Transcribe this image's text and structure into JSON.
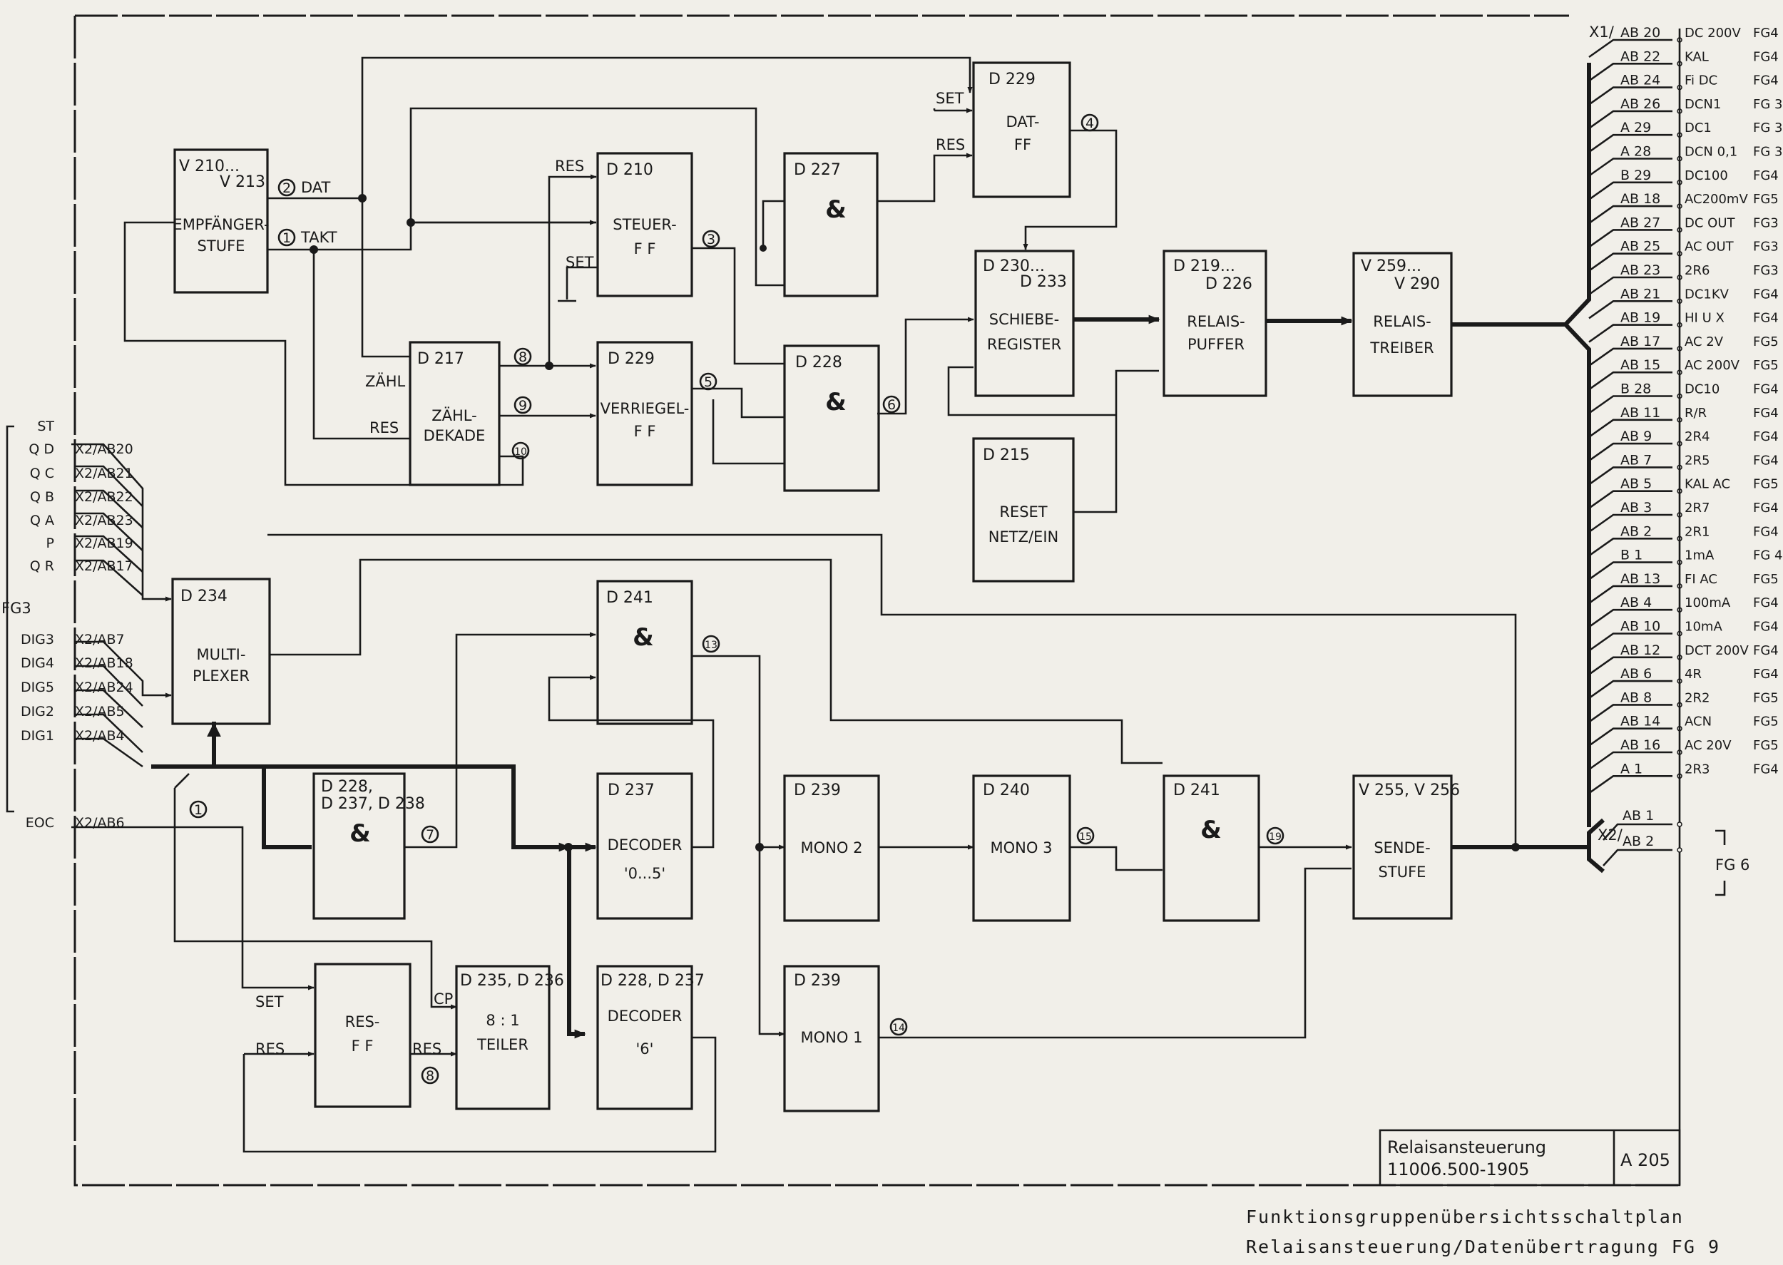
{
  "blocks": {
    "v210": {
      "name1": "V 210...",
      "name2": "V 213",
      "label1": "EMPFÄNGER-",
      "label2": "STUFE"
    },
    "d210": {
      "name": "D 210",
      "label1": "STEUER-",
      "label2": "F F"
    },
    "d227": {
      "name": "D 227",
      "label": "&"
    },
    "d229a": {
      "name": "D 229",
      "label1": "DAT-",
      "label2": "FF"
    },
    "d217": {
      "name": "D 217",
      "label1": "ZÄHL-",
      "label2": "DEKADE"
    },
    "d229b": {
      "name": "D 229",
      "label1": "VERRIEGEL-",
      "label2": "F F"
    },
    "d228a": {
      "name": "D 228",
      "label": "&"
    },
    "d230": {
      "name1": "D 230...",
      "name2": "D 233",
      "label1": "SCHIEBE-",
      "label2": "REGISTER"
    },
    "d219": {
      "name1": "D 219...",
      "name2": "D 226",
      "label1": "RELAIS-",
      "label2": "PUFFER"
    },
    "v259": {
      "name1": "V 259...",
      "name2": "V 290",
      "label1": "RELAIS-",
      "label2": "TREIBER"
    },
    "d215": {
      "name": "D 215",
      "label1": "RESET",
      "label2": "NETZ/EIN"
    },
    "d234": {
      "name": "D 234",
      "label1": "MULTI-",
      "label2": "PLEXER"
    },
    "d241a": {
      "name": "D 241",
      "label": "&"
    },
    "d228b": {
      "name1": "D 228,",
      "name2": "D 237, D 238",
      "label": "&"
    },
    "d237": {
      "name": "D 237",
      "label1": "DECODER",
      "label2": "'0...5'"
    },
    "d239a": {
      "name": "D 239",
      "label": "MONO 2"
    },
    "d240": {
      "name": "D 240",
      "label": "MONO 3"
    },
    "d241b": {
      "name": "D 241",
      "label": "&"
    },
    "v255": {
      "name": "V 255, V 256",
      "label1": "SENDE-",
      "label2": "STUFE"
    },
    "resff": {
      "label1": "RES-",
      "label2": "F F"
    },
    "d235": {
      "name": "D 235, D 236",
      "label1": "8 : 1",
      "label2": "TEILER"
    },
    "d228c": {
      "name": "D 228, D 237",
      "label1": "DECODER",
      "label2": "'6'"
    },
    "d239b": {
      "name": "D 239",
      "label": "MONO 1"
    }
  },
  "signals": {
    "dat": "DAT",
    "takt": "TAKT",
    "res": "RES",
    "set": "SET",
    "zahl": "ZÄHL",
    "cp": "CP",
    "n1": "1",
    "n2": "2",
    "n3": "3",
    "n4": "4",
    "n5": "5",
    "n6": "6",
    "n7": "7",
    "n8": "8",
    "n9": "9",
    "n10": "10",
    "n13": "13",
    "n14": "14",
    "n15": "15",
    "n19": "19"
  },
  "left_inputs": {
    "group_label": "FG3",
    "rows": [
      {
        "sig": "ST",
        "pin": ""
      },
      {
        "sig": "Q D",
        "pin": "X2/AB20"
      },
      {
        "sig": "Q C",
        "pin": "X2/AB21"
      },
      {
        "sig": "Q B",
        "pin": "X2/AB22"
      },
      {
        "sig": "Q A",
        "pin": "X2/AB23"
      },
      {
        "sig": "P",
        "pin": "X2/AB19"
      },
      {
        "sig": "Q R",
        "pin": "X2/AB17"
      },
      {
        "sig": "DIG3",
        "pin": "X2/AB7"
      },
      {
        "sig": "DIG4",
        "pin": "X2/AB18"
      },
      {
        "sig": "DIG5",
        "pin": "X2/AB24"
      },
      {
        "sig": "DIG2",
        "pin": "X2/AB5"
      },
      {
        "sig": "DIG1",
        "pin": "X2/AB4"
      },
      {
        "sig": "EOC",
        "pin": "X2/AB6"
      }
    ]
  },
  "connector_x1": {
    "label": "X1/",
    "rows": [
      {
        "pin": "AB 20",
        "sig": "DC 200V",
        "fg": "FG4"
      },
      {
        "pin": "AB 22",
        "sig": "KAL",
        "fg": "FG4"
      },
      {
        "pin": "AB 24",
        "sig": "Fi DC",
        "fg": "FG4"
      },
      {
        "pin": "AB 26",
        "sig": "DCN1",
        "fg": "FG 3"
      },
      {
        "pin": "A 29",
        "sig": "DC1",
        "fg": "FG 3"
      },
      {
        "pin": "A 28",
        "sig": "DCN 0,1",
        "fg": "FG 3"
      },
      {
        "pin": "B 29",
        "sig": "DC100",
        "fg": "FG4"
      },
      {
        "pin": "AB 18",
        "sig": "AC200mV",
        "fg": "FG5"
      },
      {
        "pin": "AB 27",
        "sig": "DC OUT",
        "fg": "FG3"
      },
      {
        "pin": "AB 25",
        "sig": "AC OUT",
        "fg": "FG3"
      },
      {
        "pin": "AB 23",
        "sig": "2R6",
        "fg": "FG3"
      },
      {
        "pin": "AB 21",
        "sig": "DC1KV",
        "fg": "FG4"
      },
      {
        "pin": "AB 19",
        "sig": "HI U X",
        "fg": "FG4"
      },
      {
        "pin": "AB 17",
        "sig": "AC 2V",
        "fg": "FG5"
      },
      {
        "pin": "AB 15",
        "sig": "AC 200V",
        "fg": "FG5"
      },
      {
        "pin": "B 28",
        "sig": "DC10",
        "fg": "FG4"
      },
      {
        "pin": "AB 11",
        "sig": "R/R",
        "fg": "FG4"
      },
      {
        "pin": "AB 9",
        "sig": "2R4",
        "fg": "FG4"
      },
      {
        "pin": "AB 7",
        "sig": "2R5",
        "fg": "FG4"
      },
      {
        "pin": "AB 5",
        "sig": "KAL AC",
        "fg": "FG5"
      },
      {
        "pin": "AB 3",
        "sig": "2R7",
        "fg": "FG4"
      },
      {
        "pin": "AB 2",
        "sig": "2R1",
        "fg": "FG4"
      },
      {
        "pin": "B 1",
        "sig": "1mA",
        "fg": "FG 4"
      },
      {
        "pin": "AB 13",
        "sig": "FI AC",
        "fg": "FG5"
      },
      {
        "pin": "AB 4",
        "sig": "100mA",
        "fg": "FG4"
      },
      {
        "pin": "AB 10",
        "sig": "10mA",
        "fg": "FG4"
      },
      {
        "pin": "AB 12",
        "sig": "DCT 200V",
        "fg": "FG4"
      },
      {
        "pin": "AB 6",
        "sig": "4R",
        "fg": "FG4"
      },
      {
        "pin": "AB 8",
        "sig": "2R2",
        "fg": "FG5"
      },
      {
        "pin": "AB 14",
        "sig": "ACN",
        "fg": "FG5"
      },
      {
        "pin": "AB 16",
        "sig": "AC 20V",
        "fg": "FG5"
      },
      {
        "pin": "A 1",
        "sig": "2R3",
        "fg": "FG4"
      }
    ]
  },
  "connector_x2": {
    "label": "X2/",
    "rows": [
      {
        "pin": "AB 1"
      },
      {
        "pin": "AB 2"
      }
    ],
    "group_label": "FG 6"
  },
  "title_block": {
    "title": "Relaisansteuerung",
    "number": "11006.500-1905",
    "sheet": "A 205"
  },
  "caption": {
    "line1": "Funktionsgruppenübersichtsschaltplan",
    "line2": "Relaisansteuerung/Datenübertragung FG 9"
  }
}
